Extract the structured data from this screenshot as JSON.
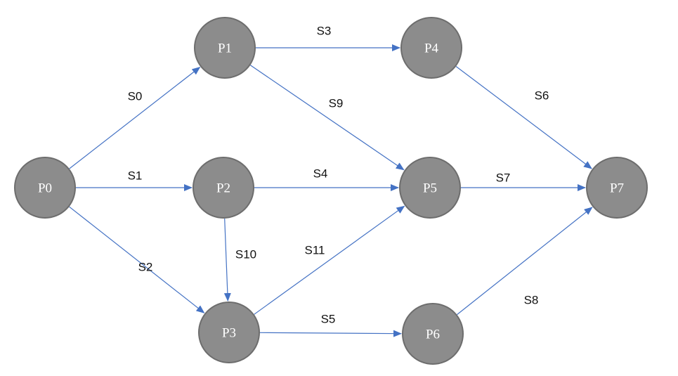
{
  "colors": {
    "node_fill": "#8c8c8c",
    "node_stroke": "#6d6d6d",
    "edge": "#4472c4",
    "node_text": "#ffffff",
    "edge_text": "#111111"
  },
  "nodes": [
    {
      "id": "P0",
      "label": "P0"
    },
    {
      "id": "P1",
      "label": "P1"
    },
    {
      "id": "P2",
      "label": "P2"
    },
    {
      "id": "P3",
      "label": "P3"
    },
    {
      "id": "P4",
      "label": "P4"
    },
    {
      "id": "P5",
      "label": "P5"
    },
    {
      "id": "P6",
      "label": "P6"
    },
    {
      "id": "P7",
      "label": "P7"
    }
  ],
  "edges": [
    {
      "id": "S0",
      "label": "S0",
      "from": "P0",
      "to": "P1"
    },
    {
      "id": "S1",
      "label": "S1",
      "from": "P0",
      "to": "P2"
    },
    {
      "id": "S2",
      "label": "S2",
      "from": "P0",
      "to": "P3"
    },
    {
      "id": "S3",
      "label": "S3",
      "from": "P1",
      "to": "P4"
    },
    {
      "id": "S4",
      "label": "S4",
      "from": "P2",
      "to": "P5"
    },
    {
      "id": "S5",
      "label": "S5",
      "from": "P3",
      "to": "P6"
    },
    {
      "id": "S6",
      "label": "S6",
      "from": "P4",
      "to": "P7"
    },
    {
      "id": "S7",
      "label": "S7",
      "from": "P5",
      "to": "P7"
    },
    {
      "id": "S8",
      "label": "S8",
      "from": "P6",
      "to": "P7"
    },
    {
      "id": "S9",
      "label": "S9",
      "from": "P1",
      "to": "P5"
    },
    {
      "id": "S10",
      "label": "S10",
      "from": "P2",
      "to": "P3"
    },
    {
      "id": "S11",
      "label": "S11",
      "from": "P3",
      "to": "P5"
    }
  ]
}
